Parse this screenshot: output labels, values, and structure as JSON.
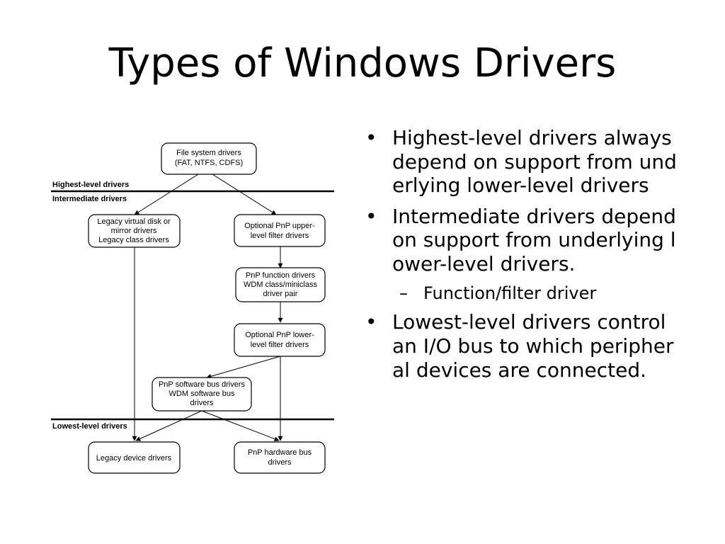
{
  "title": "Types of Windows Drivers",
  "diagram": {
    "bands": {
      "highest": "Highest-level drivers",
      "intermediate": "Intermediate drivers",
      "lowest": "Lowest-level drivers"
    },
    "nodes": {
      "fs": [
        "File system drivers",
        "(FAT, NTFS, CDFS)"
      ],
      "legacy_virtual": [
        "Legacy virtual disk or",
        "mirror drivers",
        "Legacy class drivers"
      ],
      "upper_filter": [
        "Optional PnP upper-",
        "level filter drivers"
      ],
      "function": [
        "PnP function drivers",
        "WDM class/miniclass",
        "driver pair"
      ],
      "lower_filter": [
        "Optional PnP lower-",
        "level filter drivers"
      ],
      "soft_bus": [
        "PnP software bus drivers",
        "WDM software bus",
        "drivers"
      ],
      "legacy_device": [
        "Legacy device drivers"
      ],
      "hw_bus": [
        "PnP hardware bus",
        "drivers"
      ]
    }
  },
  "bullets": [
    {
      "level": 1,
      "text": "Highest-level drivers always depend on support from underlying lower-level drivers"
    },
    {
      "level": 1,
      "text": "Intermediate drivers depend on support from underlying lower-level drivers."
    },
    {
      "level": 2,
      "text": "Function/filter driver"
    },
    {
      "level": 1,
      "text": "Lowest-level drivers control an I/O bus to which peripheral devices are connected."
    }
  ]
}
